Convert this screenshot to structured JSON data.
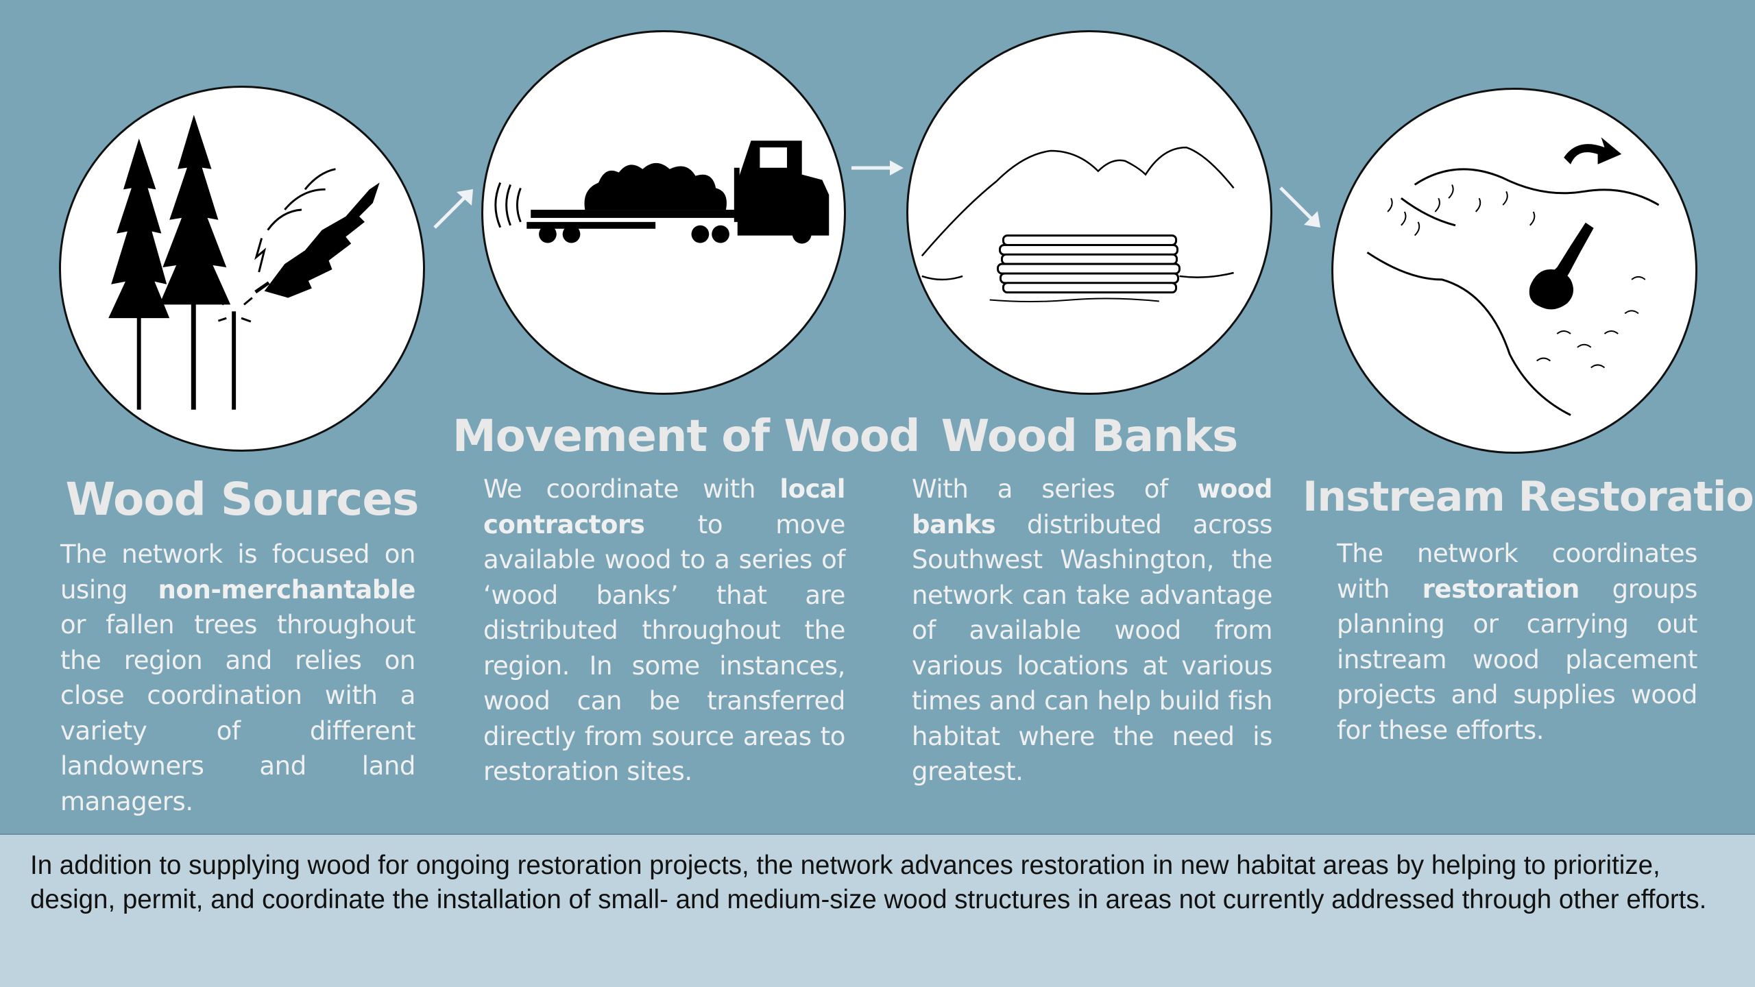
{
  "steps": [
    {
      "title": "Wood Sources",
      "icon": "tree-illustration-icon",
      "body": [
        {
          "t": "The network is focused on using "
        },
        {
          "t": "non-merchantable",
          "b": true
        },
        {
          "t": " or fallen trees throughout the region and relies on close coordination with a variety of different landowners and land managers."
        }
      ]
    },
    {
      "title": "Movement of Wood",
      "icon": "log-truck-illustration-icon",
      "body": [
        {
          "t": "We coordinate with "
        },
        {
          "t": "local contractors",
          "b": true
        },
        {
          "t": " to move available wood to a series of ‘wood banks’ that are distributed throughout the region. In some instances, wood can be transferred directly from source areas to restoration sites."
        }
      ]
    },
    {
      "title": "Wood Banks",
      "icon": "log-pile-illustration-icon",
      "body": [
        {
          "t": "With a series of "
        },
        {
          "t": "wood banks",
          "b": true
        },
        {
          "t": " distributed across Southwest Washington, the network can take advantage of available wood from various locations at various times and can help build fish habitat where the need is greatest."
        }
      ]
    },
    {
      "title": "Instream Restoration",
      "icon": "stream-placement-illustration-icon",
      "body": [
        {
          "t": "The network coordinates with "
        },
        {
          "t": "restoration",
          "b": true
        },
        {
          "t": " groups planning or carrying out instream wood placement projects and supplies wood for these efforts."
        }
      ]
    }
  ],
  "footer": "In addition to supplying wood for ongoing restoration projects, the network advances restoration in new habitat areas by helping to prioritize, design, permit, and coordinate the installation of small- and medium-size wood structures in areas not currently addressed through other efforts.",
  "colors": {
    "background": "#7aa5b6",
    "footer_bg": "#bed3dd",
    "title": "#e9e9e9"
  }
}
